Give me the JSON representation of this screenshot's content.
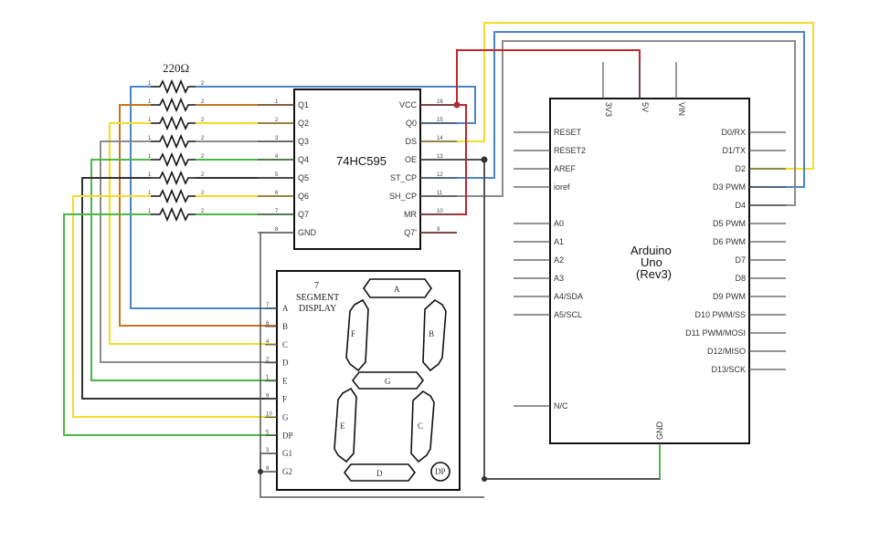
{
  "resistor": {
    "value_label": "220Ω",
    "pin1": "1",
    "pin2": "2"
  },
  "shift_register": {
    "name": "74HC595",
    "left_pins": [
      {
        "label": "Q1",
        "num": "1"
      },
      {
        "label": "Q2",
        "num": "2"
      },
      {
        "label": "Q3",
        "num": "3"
      },
      {
        "label": "Q4",
        "num": "4"
      },
      {
        "label": "Q5",
        "num": "5"
      },
      {
        "label": "Q6",
        "num": "6"
      },
      {
        "label": "Q7",
        "num": "7"
      },
      {
        "label": "GND",
        "num": "8"
      }
    ],
    "right_pins": [
      {
        "label": "VCC",
        "num": "16"
      },
      {
        "label": "Q0",
        "num": "15"
      },
      {
        "label": "DS",
        "num": "14"
      },
      {
        "label": "OE",
        "num": "13"
      },
      {
        "label": "ST_CP",
        "num": "12"
      },
      {
        "label": "SH_CP",
        "num": "11"
      },
      {
        "label": "MR",
        "num": "10"
      },
      {
        "label": "Q7'",
        "num": "9"
      }
    ]
  },
  "seven_segment": {
    "title_line1": "7",
    "title_line2": "SEGMENT",
    "title_line3": "DISPLAY",
    "pins": [
      {
        "label": "A",
        "num": "7"
      },
      {
        "label": "B",
        "num": "6"
      },
      {
        "label": "C",
        "num": "4"
      },
      {
        "label": "D",
        "num": "2"
      },
      {
        "label": "E",
        "num": "1"
      },
      {
        "label": "F",
        "num": "9"
      },
      {
        "label": "G",
        "num": "10"
      },
      {
        "label": "DP",
        "num": "5"
      },
      {
        "label": "G1",
        "num": "3"
      },
      {
        "label": "G2",
        "num": "8"
      }
    ],
    "segments": {
      "A": "A",
      "B": "B",
      "C": "C",
      "D": "D",
      "E": "E",
      "F": "F",
      "G": "G",
      "DP": "DP"
    }
  },
  "arduino": {
    "name_line1": "Arduino",
    "name_line2": "Uno",
    "name_line3": "(Rev3)",
    "top_pins": [
      "3V3",
      "5V",
      "VIN"
    ],
    "bottom_pin": "GND",
    "left_pins": [
      "RESET",
      "RESET2",
      "AREF",
      "ioref",
      "A0",
      "A1",
      "A2",
      "A3",
      "A4/SDA",
      "A5/SCL",
      "N/C"
    ],
    "right_pins": [
      "D0/RX",
      "D1/TX",
      "D2",
      "D3 PWM",
      "D4",
      "D5 PWM",
      "D6 PWM",
      "D7",
      "D8",
      "D9 PWM",
      "D10 PWM/SS",
      "D11 PWM/MOSI",
      "D12/MISO",
      "D13/SCK"
    ]
  },
  "wire_colors": {
    "blue": "#4a86c5",
    "orange": "#c8741e",
    "yellow": "#f2dd2a",
    "gray": "#8c8c8c",
    "green": "#4cb848",
    "dark": "#333333",
    "red": "#c0272d",
    "dkgray": "#666666"
  }
}
